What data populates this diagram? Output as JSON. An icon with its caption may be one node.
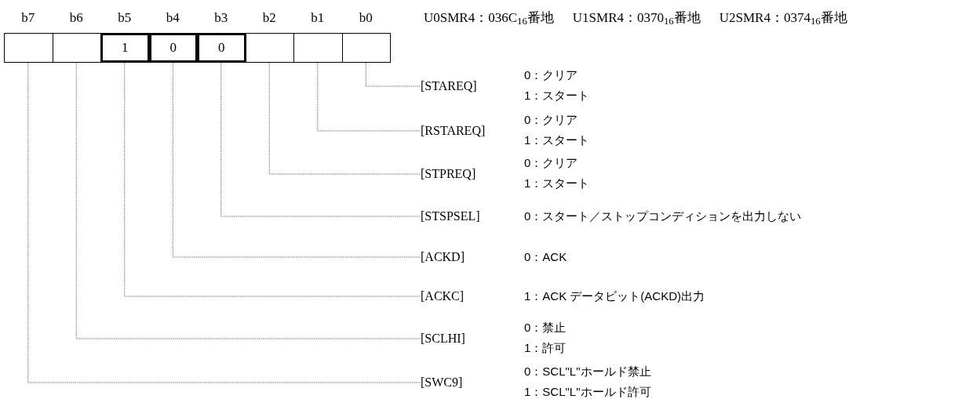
{
  "diagram": {
    "nodes": [
      {
        "text": [],
        "shape": "box",
        "beside": [
          "b7"
        ]
      },
      {
        "text": [],
        "shape": "box",
        "beside": [
          "b6"
        ]
      },
      {
        "text": [
          "1"
        ],
        "beside": [
          "b5"
        ]
      },
      {
        "text": [
          "0"
        ],
        "beside": [
          "b4"
        ]
      },
      {
        "text": [
          "0"
        ],
        "beside": [
          "b3"
        ]
      },
      {
        "text": [],
        "shape": "box",
        "beside": [
          "b2"
        ]
      },
      {
        "text": [],
        "shape": "box",
        "beside": [
          "b1"
        ]
      },
      {
        "text": [],
        "shape": "box",
        "beside": [
          "b0"
        ]
      },
      {
        "text": [
          "[STAREQ]"
        ],
        "beside": [
          "0：クリア",
          "1：スタート"
        ]
      },
      {
        "text": [
          "[RSTAREQ]"
        ],
        "beside": [
          "0：クリア",
          "1：スタート"
        ]
      },
      {
        "text": [
          "[STPREQ]"
        ],
        "beside": [
          "0：クリア",
          "1：スタート"
        ]
      },
      {
        "text": [
          "[STSPSEL]"
        ],
        "beside": [
          "0：スタート／ストップコンディションを出力しない"
        ]
      },
      {
        "text": [
          "[ACKD]"
        ],
        "beside": [
          "0：ACK"
        ]
      },
      {
        "text": [
          "[ACKC]"
        ],
        "beside": [
          "1：ACK データビット(ACKD)出力"
        ]
      },
      {
        "text": [
          "[SCLHI]"
        ],
        "beside": [
          "0：禁止",
          "1：許可"
        ]
      },
      {
        "text": [
          "[SWC9]"
        ],
        "beside": [
          "0：SCL\"L\"ホールド禁止",
          "1：SCL\"L\"ホールド許可"
        ]
      }
    ],
    "edges": [
      {
        "from": 7,
        "to": 8,
        "arrow": "none"
      },
      {
        "from": 6,
        "to": 9,
        "arrow": "none"
      },
      {
        "from": 5,
        "to": 10,
        "arrow": "none"
      },
      {
        "from": 4,
        "to": 11,
        "arrow": "none"
      },
      {
        "from": 3,
        "to": 12,
        "arrow": "none"
      },
      {
        "from": 2,
        "to": 13,
        "arrow": "none"
      },
      {
        "from": 1,
        "to": 14,
        "arrow": "none"
      },
      {
        "from": 0,
        "to": 15,
        "arrow": "none"
      }
    ],
    "labels": [
      "U0SMR4：036C$_{16}$番地",
      "U1SMR4：0370$_{16}$番地",
      "U2SMR4：0374$_{16}$番地"
    ]
  }
}
